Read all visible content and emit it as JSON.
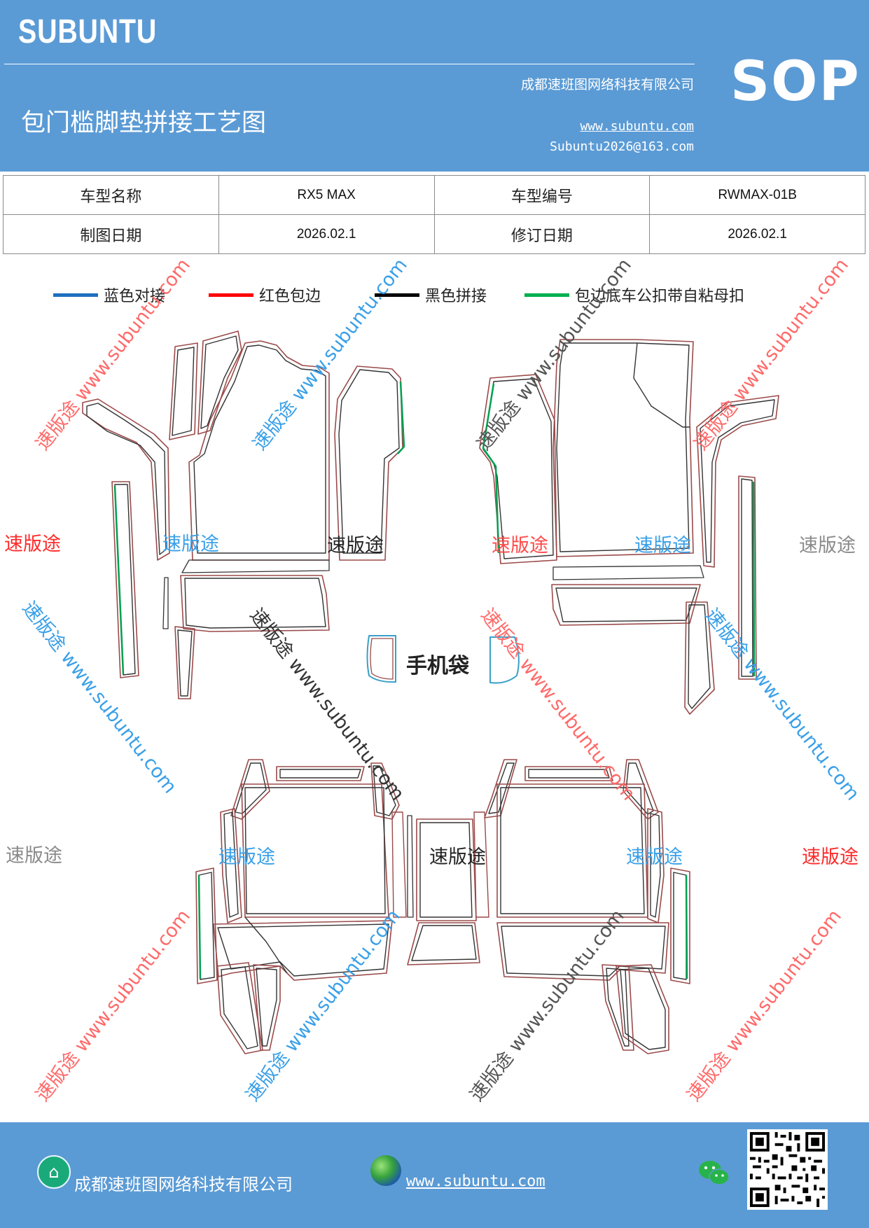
{
  "header": {
    "brand": "SUBUNTU",
    "badge": "SOP",
    "title": "包门槛脚垫拼接工艺图",
    "company": "成都速班图网络科技有限公司",
    "website": "www.subuntu.com",
    "email": "Subuntu2026@163.com",
    "background_color": "#5b9bd5"
  },
  "info_table": {
    "row1": {
      "label1": "车型名称",
      "value1": "RX5 MAX",
      "label2": "车型编号",
      "value2": "RWMAX-01B"
    },
    "row2": {
      "label1": "制图日期",
      "value1": "2026.02.1",
      "label2": "修订日期",
      "value2": "2026.02.1"
    }
  },
  "legend": [
    {
      "label": "蓝色对接",
      "color": "#1f6fbf"
    },
    {
      "label": "红色包边",
      "color": "#ff0000"
    },
    {
      "label": "黑色拼接",
      "color": "#000000"
    },
    {
      "label": "包边底车公扣带自粘母扣",
      "color": "#00b050"
    }
  ],
  "drawing": {
    "phone_bag_label": "手机袋",
    "watermark_brand": "速版途",
    "watermark_site": "www.subuntu.com",
    "watermark_colors": {
      "red": "#ff2a2a",
      "blue": "#3aa0e8",
      "gray": "#8a8a8a",
      "dark": "#333333"
    }
  },
  "footer": {
    "company": "成都速班图网络科技有限公司",
    "website": "www.subuntu.com",
    "home_icon": "building-icon",
    "globe_icon": "globe-icon",
    "wechat_icon": "wechat-icon"
  }
}
